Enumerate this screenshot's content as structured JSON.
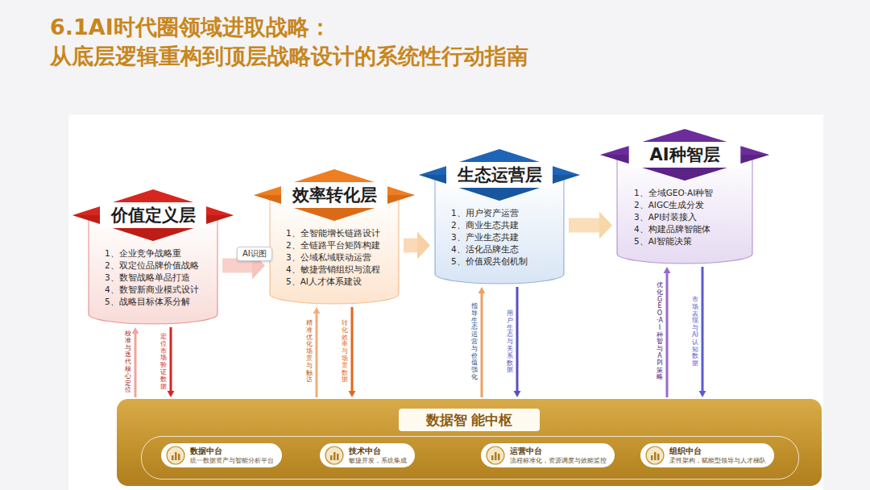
{
  "diagram": {
    "title": "6.1AI时代圈领域进取战略： 从底层逻辑重构到顶层战略设计的系统性行动指南",
    "nodes": [
      {
        "text": [
          "价值定义层",
          "1、企业竞争战略重",
          "2、双定位品牌价值战略",
          "3、数智战略单品打造",
          "4、数智新商业模式设计",
          "5、战略目标体系分解"
        ]
      },
      {
        "text": [
          "效率转化层",
          "1、全智能增长链路设计",
          "2、全链路平台矩阵构建",
          "3、公域私域联动运营",
          "4、敏捷营销组织与流程",
          "5、AI人才体系建设"
        ]
      },
      {
        "text": [
          "生态运营层",
          "1、用户资产运营",
          "2、商业生态共建",
          "3、产业生态共建",
          "4、活化品牌生态",
          "5、价值观共创机制"
        ]
      },
      {
        "text": [
          "AI种智层",
          "1、全域GEO·AI种智",
          "2、AIGC生成分发",
          "3、API封装接入",
          "4、构建品牌智能体",
          "5、AI智能决策"
        ]
      },
      {
        "text": [
          "数据智 能中枢"
        ]
      },
      {
        "text": [
          "数据中台",
          "统一数据资产与智能分析平台"
        ],
        "in": 4
      },
      {
        "text": [
          "技术中台",
          "敏捷开发，系统集成"
        ],
        "in": 4
      },
      {
        "text": [
          "运营中台",
          "流程标准化，资源调度与效能监控"
        ],
        "in": 4
      },
      {
        "text": [
          "组织中台",
          "柔性架构，赋能型领导与人才梯队"
        ],
        "in": 4
      }
    ],
    "edges": [
      {
        "from": 0,
        "to": 1,
        "arrow": "to"
      },
      {
        "from": 1,
        "to": 2,
        "arrow": "to"
      },
      {
        "from": 2,
        "to": 3,
        "arrow": "to"
      },
      {
        "from": 4,
        "to": 0,
        "label": "校准与迭代核心定位",
        "arrow": "to"
      },
      {
        "from": 0,
        "to": 4,
        "label": "定位市场验证数据",
        "arrow": "to"
      },
      {
        "from": 4,
        "to": 1,
        "label": "精准优化场景与触达",
        "arrow": "to"
      },
      {
        "from": 1,
        "to": 4,
        "label": "转化效率与场景数据",
        "arrow": "to"
      },
      {
        "from": 4,
        "to": 2,
        "label": "指导生态运营与价值强化",
        "arrow": "to"
      },
      {
        "from": 2,
        "to": 4,
        "label": "用户生态与关系数据",
        "arrow": "to"
      },
      {
        "from": 4,
        "to": 3,
        "label": "优化GEO·AI种智与API策略",
        "arrow": "to"
      },
      {
        "from": 3,
        "to": 4,
        "label": "市场表现与AI认知数据",
        "arrow": "to"
      }
    ],
    "labels": [
      "AI识图"
    ]
  }
}
